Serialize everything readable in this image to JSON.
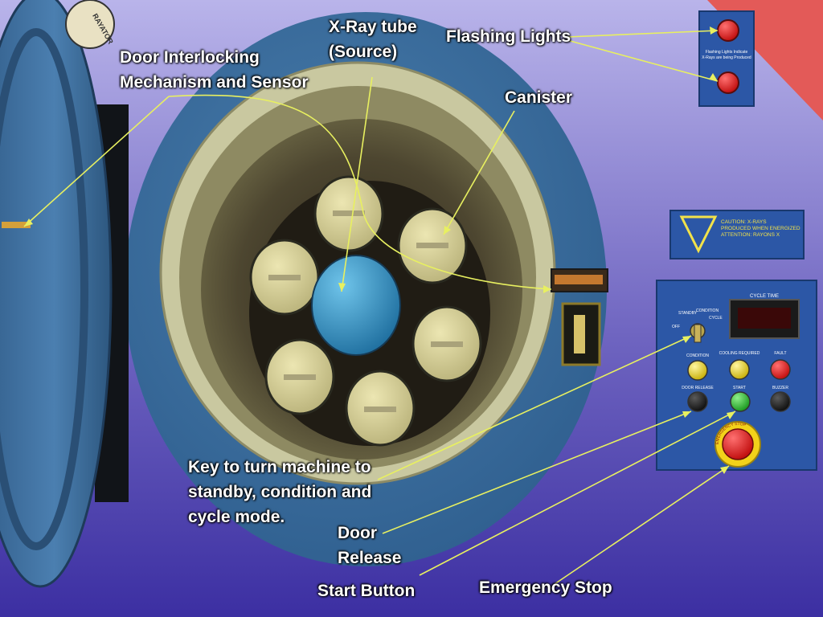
{
  "labels": {
    "xray_tube": [
      "X-Ray tube",
      "(Source)"
    ],
    "flashing_lights": [
      "Flashing Lights"
    ],
    "door_interlock": [
      "Door Interlocking",
      "Mechanism and Sensor"
    ],
    "canister": [
      "Canister"
    ],
    "key_mode": [
      "Key to turn machine to",
      "standby, condition and",
      "cycle mode."
    ],
    "door_release": [
      "Door",
      "Release"
    ],
    "start_button": [
      "Start Button"
    ],
    "emergency_stop": [
      "Emergency Stop"
    ]
  },
  "panel": {
    "cycle_time": "CYCLE TIME",
    "standby": "STANDBY",
    "condition": "CONDITION",
    "cycle": "CYCLE",
    "off": "OFF",
    "condition_lamp": "CONDITION",
    "cooling": "COOLING REQUIRED",
    "fault": "FAULT",
    "door_release": "DOOR RELEASE",
    "start": "START",
    "buzzer": "BUZZER",
    "estop_ring": "EMERGENCY STOP"
  },
  "caution": {
    "line1": "CAUTION: X-RAYS",
    "line2": "PRODUCED WHEN ENERGIZED",
    "line3": "ATTENTION: RAYONS X"
  },
  "light_panel_text": [
    "Flashing Lights Indicate",
    "X-Rays are being Produced"
  ],
  "door_badge": "RAYATOR",
  "colors": {
    "wall": "#6a63b8",
    "drum": "#3d6f9a",
    "ring": "#c9c8a0",
    "canister": "#d9d39a",
    "source": "#3a97c9",
    "panel": "#2c57a6",
    "callout_line": "#e8f060"
  }
}
